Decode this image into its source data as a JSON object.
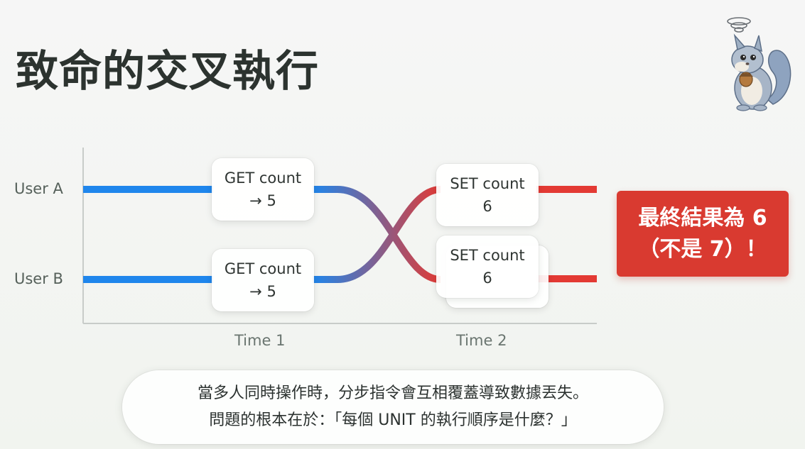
{
  "slide": {
    "title": "致命的交叉執行"
  },
  "diagram": {
    "users": [
      "User A",
      "User B"
    ],
    "times": [
      "Time 1",
      "Time 2"
    ],
    "get_boxes": [
      {
        "line1": "GET count",
        "line2": "→ 5"
      },
      {
        "line1": "GET count",
        "line2": "→ 5"
      }
    ],
    "set_boxes": [
      {
        "line1": "SET count",
        "line2": "6"
      },
      {
        "line1": "SET count",
        "line2": "6"
      }
    ],
    "colors": {
      "blue": "#1f86ec",
      "red": "#e33a34"
    }
  },
  "result": {
    "line1": "最終結果為 6",
    "line2": "（不是 7）！"
  },
  "caption": {
    "line1": "當多人同時操作時，分步指令會互相覆蓋導致數據丟失。",
    "line2": "問題的根本在於：「每個 UNIT 的執行順序是什麼？」"
  }
}
